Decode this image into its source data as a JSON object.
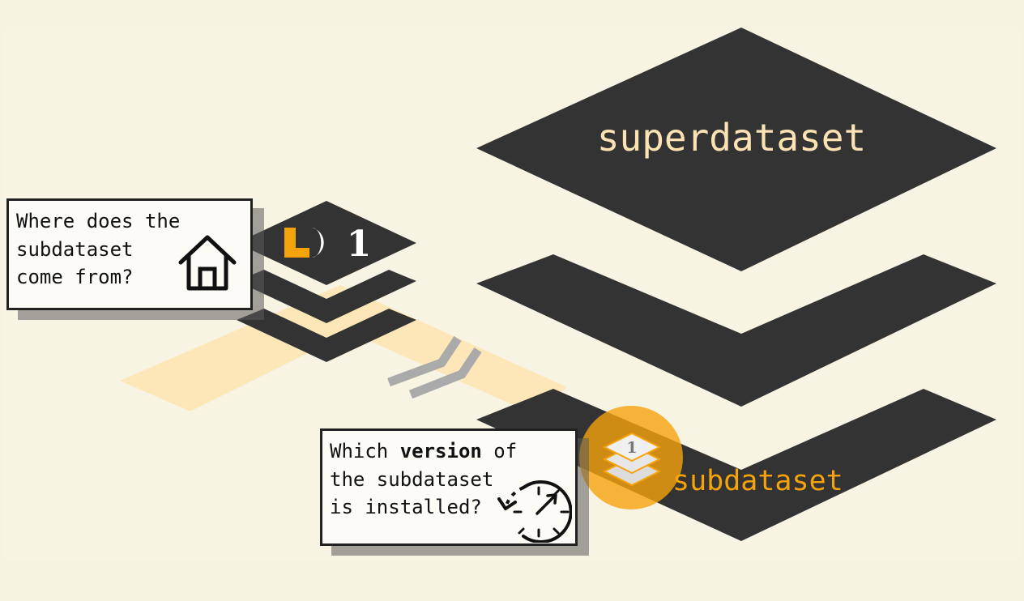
{
  "superdataset": {
    "label": "superdataset"
  },
  "subdataset": {
    "label": "subdataset",
    "badge_number": "1"
  },
  "small_dataset": {
    "logo_number": "1"
  },
  "origin_callout": {
    "lines": [
      "Where does the",
      "subdataset",
      "come from?"
    ],
    "icon": "home-icon"
  },
  "version_callout": {
    "line1_pre": "Which ",
    "line1_bold": "version",
    "line1_post": " of",
    "line2": "the subdataset",
    "line3": "is installed?",
    "icon": "clock-history-icon"
  },
  "colors": {
    "background": "#f7f3e2",
    "layer": "#333333",
    "super_label": "#fde3b4",
    "accent": "#f5a30d",
    "link_band": "#fde5b3",
    "chevrons": "#aaaaaa"
  }
}
